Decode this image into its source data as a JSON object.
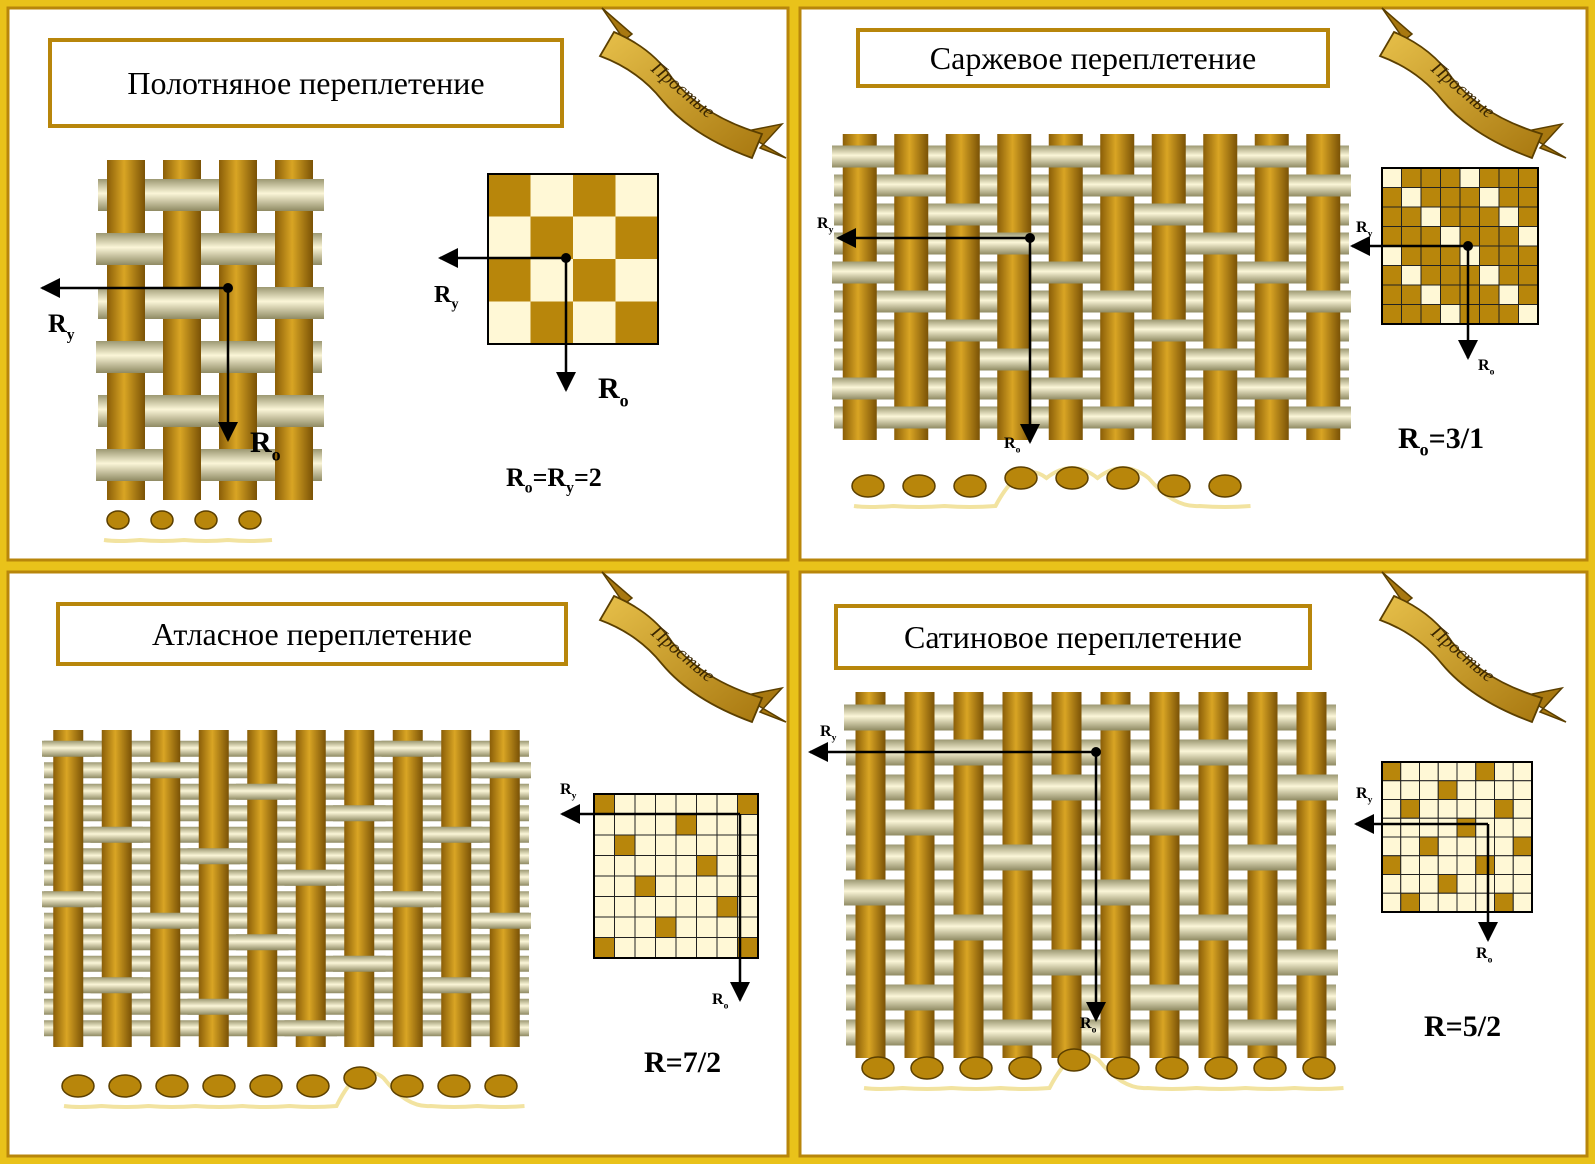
{
  "colors": {
    "background": "#e9c21a",
    "panel": "#ffffff",
    "frame": "#b8860b",
    "warp": "#b8860b",
    "weft": "#ece6bd",
    "warp_cell": "#b8860b",
    "weft_cell": "#fff8d6",
    "ribbon": "#c99a22",
    "label_box_border": "#b8860b"
  },
  "panels": [
    {
      "id": "plain",
      "title": "Полотняное переплетение",
      "ribbon_label": "Простые",
      "weave_label_ro": "R",
      "weave_label_ro_sub": "о",
      "weave_label_ry": "R",
      "weave_label_ry_sub": "у",
      "grid_label_ro": "R",
      "grid_label_ro_sub": "о",
      "grid_label_ry": "R",
      "grid_label_ry_sub": "у",
      "formula_parts": [
        "R",
        "о",
        "=R",
        "у",
        "=2"
      ],
      "repeat": 2,
      "shift": 1,
      "grid_cells": 4
    },
    {
      "id": "twill",
      "title": "Саржевое переплетение",
      "ribbon_label": "Простые",
      "weave_label_ro": "R",
      "weave_label_ro_sub": "о",
      "weave_label_ry": "R",
      "weave_label_ry_sub": "у",
      "grid_label_ro": "R",
      "grid_label_ro_sub": "о",
      "grid_label_ry": "R",
      "grid_label_ry_sub": "у",
      "formula_parts": [
        "R",
        "о",
        "=3/1"
      ],
      "repeat": 4,
      "shift": 1,
      "grid_cells": 8
    },
    {
      "id": "satin-atlas",
      "title": "Атласное переплетение",
      "ribbon_label": "Простые",
      "weave_label_ro": "R",
      "weave_label_ro_sub": "о",
      "weave_label_ry": "R",
      "weave_label_ry_sub": "у",
      "grid_label_ro": "R",
      "grid_label_ro_sub": "о",
      "grid_label_ry": "R",
      "grid_label_ry_sub": "у",
      "formula_parts": [
        "R=7/2"
      ],
      "repeat": 7,
      "shift": 2,
      "grid_cells": 8
    },
    {
      "id": "satin",
      "title": "Сатиновое переплетение",
      "ribbon_label": "Простые",
      "weave_label_ro": "R",
      "weave_label_ro_sub": "о",
      "weave_label_ry": "R",
      "weave_label_ry_sub": "у",
      "grid_label_ro": "R",
      "grid_label_ro_sub": "о",
      "grid_label_ry": "R",
      "grid_label_ry_sub": "у",
      "formula_parts": [
        "R=5/2"
      ],
      "repeat": 5,
      "shift": 2,
      "grid_cells": 8
    }
  ]
}
